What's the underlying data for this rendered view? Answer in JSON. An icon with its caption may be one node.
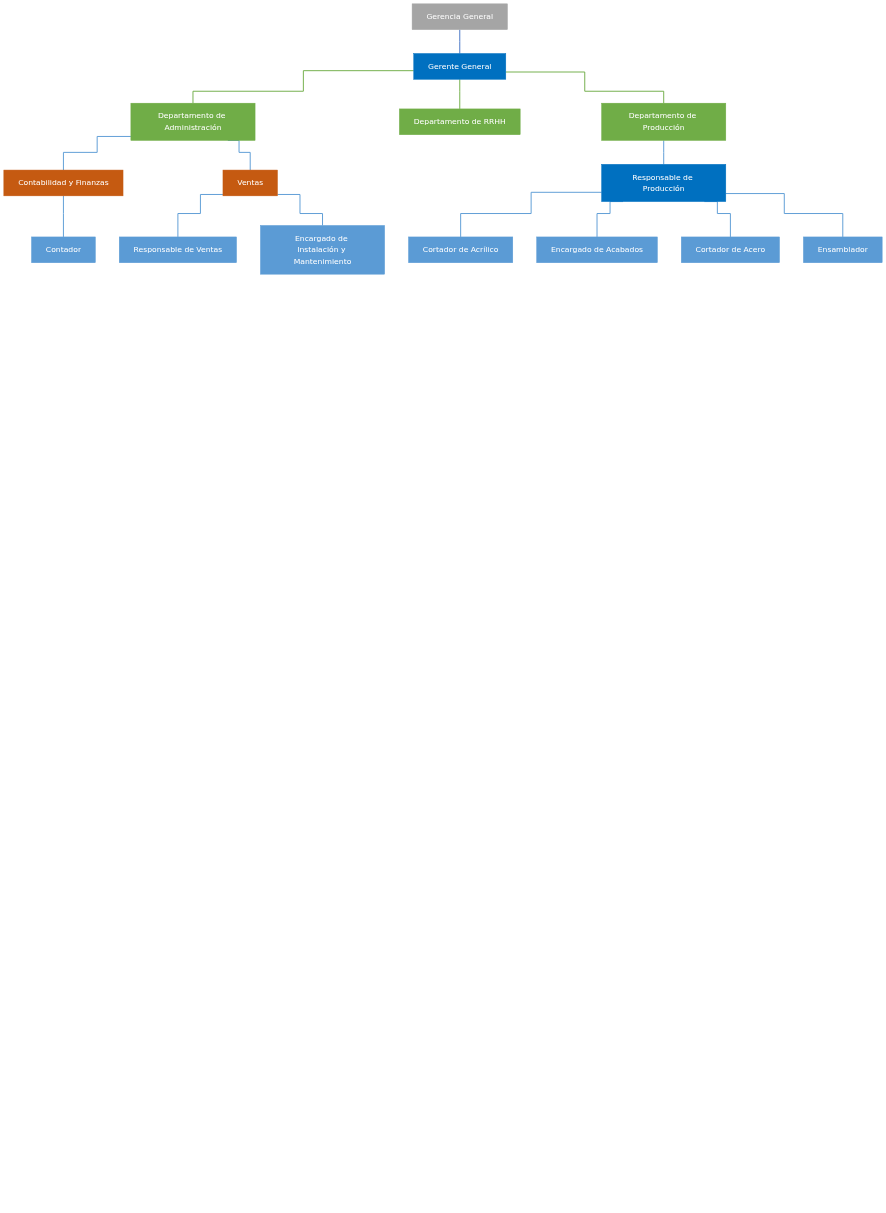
{
  "diagram": {
    "nodes": [
      {
        "text": [
          "Gerencia General"
        ]
      },
      {
        "text": [
          "Gerente General"
        ]
      },
      {
        "text": [
          "Departamento de Administración"
        ]
      },
      {
        "text": [
          "Departamento de RRHH"
        ]
      },
      {
        "text": [
          "Departamento de Producción"
        ]
      },
      {
        "text": [
          "Contabilidad y Finanzas"
        ]
      },
      {
        "text": [
          "Ventas"
        ]
      },
      {
        "text": [
          "Responsable de Producción"
        ]
      },
      {
        "text": [
          "Contador"
        ]
      },
      {
        "text": [
          "Responsable de Ventas"
        ]
      },
      {
        "text": [
          "Encargado de Instalación y Mantenimiento"
        ]
      },
      {
        "text": [
          "Cortador de Acrílico"
        ]
      },
      {
        "text": [
          "Encargado de Acabados"
        ]
      },
      {
        "text": [
          "Cortador de Acero"
        ]
      },
      {
        "text": [
          "Ensamblador"
        ]
      }
    ],
    "edges": [
      {
        "from": 0,
        "to": 1,
        "arrow": "none",
        "color": "#4472c4"
      },
      {
        "from": 1,
        "to": 2,
        "arrow": "none",
        "color": "#70ad47"
      },
      {
        "from": 1,
        "to": 3,
        "arrow": "none",
        "color": "#70ad47"
      },
      {
        "from": 1,
        "to": 4,
        "arrow": "none",
        "color": "#70ad47"
      },
      {
        "from": 2,
        "to": 5,
        "arrow": "none"
      },
      {
        "from": 2,
        "to": 6,
        "arrow": "none"
      },
      {
        "from": 4,
        "to": 7,
        "arrow": "none"
      },
      {
        "from": 5,
        "to": 8,
        "arrow": "none"
      },
      {
        "from": 6,
        "to": 9,
        "arrow": "none"
      },
      {
        "from": 6,
        "to": 10,
        "arrow": "none"
      },
      {
        "from": 7,
        "to": 11,
        "arrow": "none"
      },
      {
        "from": 7,
        "to": 12,
        "arrow": "none"
      },
      {
        "from": 7,
        "to": 13,
        "arrow": "none"
      },
      {
        "from": 7,
        "to": 14,
        "arrow": "none"
      }
    ]
  }
}
